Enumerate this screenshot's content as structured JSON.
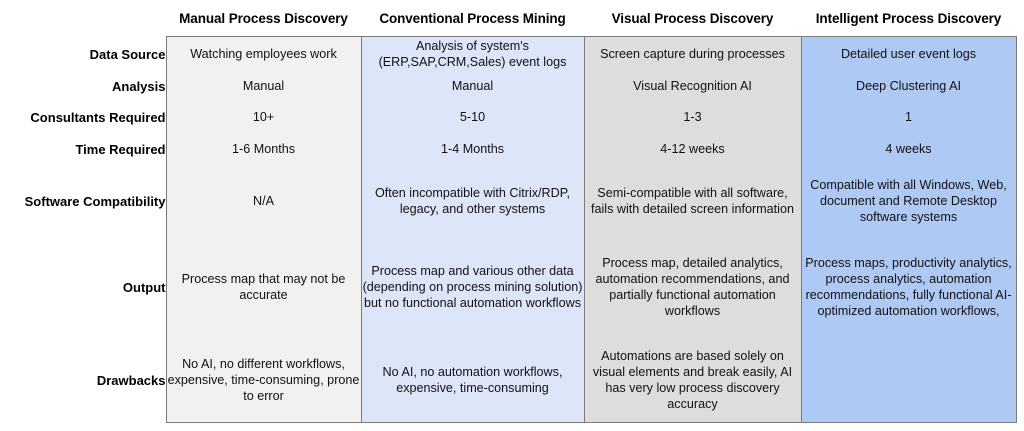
{
  "table": {
    "columns": [
      {
        "id": "manual",
        "header": "Manual Process Discovery",
        "accent": "#F2F1F0"
      },
      {
        "id": "conventional",
        "header": "Conventional Process Mining",
        "accent": "#DCE6F8"
      },
      {
        "id": "visual",
        "header": "Visual Process Discovery",
        "accent": "#DDDDDC"
      },
      {
        "id": "intelligent",
        "header": "Intelligent Process Discovery",
        "accent": "#AFC9F5"
      }
    ],
    "rows": [
      {
        "label": "Data Source",
        "cells": [
          "Watching employees work",
          "Analysis of system's (ERP,SAP,CRM,Sales) event logs",
          "Screen capture during processes",
          "Detailed user event logs"
        ]
      },
      {
        "label": "Analysis",
        "cells": [
          "Manual",
          "Manual",
          "Visual Recognition AI",
          "Deep Clustering AI"
        ]
      },
      {
        "label": "Consultants Required",
        "cells": [
          "10+",
          "5-10",
          "1-3",
          "1"
        ]
      },
      {
        "label": "Time Required",
        "cells": [
          "1-6 Months",
          "1-4 Months",
          "4-12 weeks",
          "4 weeks"
        ]
      },
      {
        "label": "Software Compatibility",
        "cells": [
          "N/A",
          "Often incompatible with Citrix/RDP, legacy, and other systems",
          "Semi-compatible with all software, fails with detailed screen information",
          "Compatible with all Windows, Web, document and Remote Desktop software systems"
        ]
      },
      {
        "label": "Output",
        "cells": [
          "Process map that may not be accurate",
          "Process map and various other data (depending on process mining solution) but no functional automation workflows",
          "Process map, detailed analytics, automation recommendations, and partially functional automation workflows",
          "Process maps, productivity analytics, process analytics, automation recommendations, fully functional AI-optimized automation workflows,"
        ]
      },
      {
        "label": "Drawbacks",
        "cells": [
          "No AI, no different workflows, expensive, time-consuming, prone to error",
          "No AI, no automation workflows, expensive, time-consuming",
          "Automations are based solely on visual elements and break easily, AI has very low process discovery accuracy",
          ""
        ]
      }
    ]
  }
}
